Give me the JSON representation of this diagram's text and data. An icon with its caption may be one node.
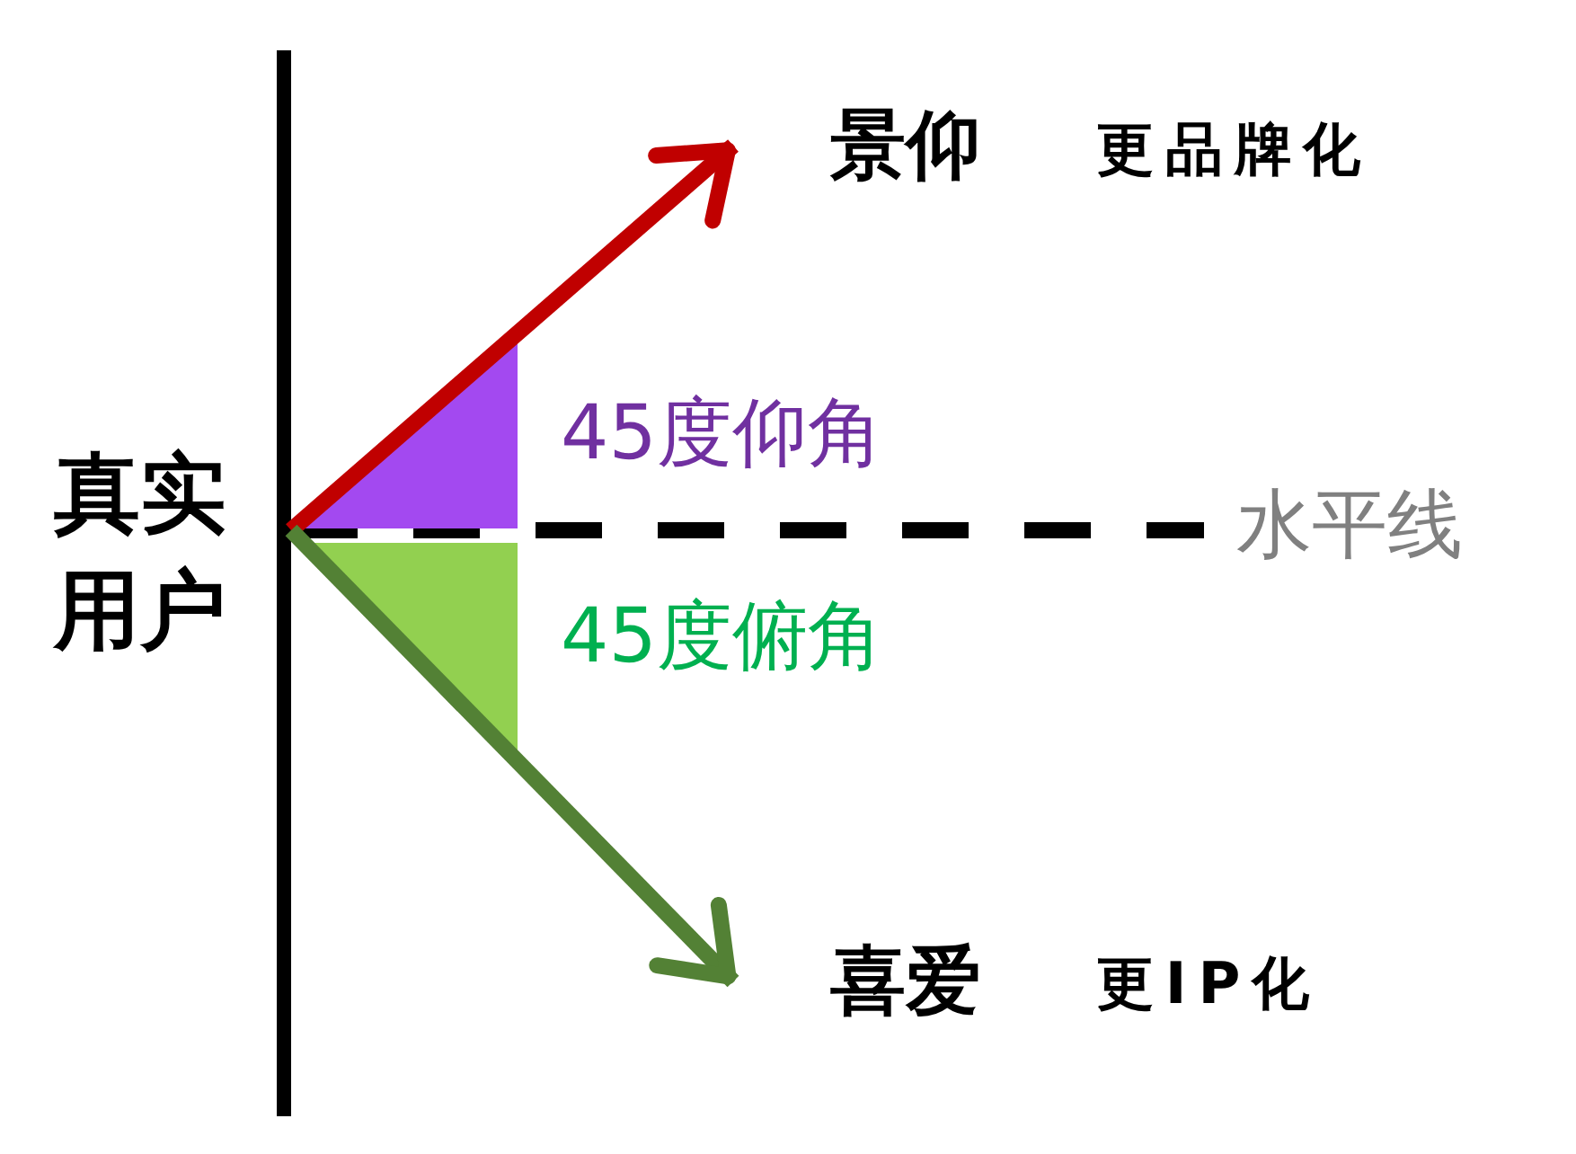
{
  "diagram": {
    "nodes": [
      {
        "text": [],
        "shape": "bar",
        "beside": [
          "真实用户"
        ]
      },
      {
        "text": [
          "景仰"
        ],
        "beside": [
          "更品牌化"
        ]
      },
      {
        "text": [],
        "shape": "triangle"
      },
      {
        "text": [],
        "shape": "triangle"
      },
      {
        "text": [
          "喜爱"
        ],
        "beside": [
          "更IP化"
        ]
      }
    ],
    "edges": [
      {
        "from": 0,
        "to": 1,
        "arrow": "to",
        "color": "#c00000"
      },
      {
        "from": 0,
        "to": 4,
        "arrow": "to",
        "color": "#538135"
      }
    ],
    "labels": [
      "45度仰角",
      "水平线",
      "45度俯角"
    ]
  }
}
